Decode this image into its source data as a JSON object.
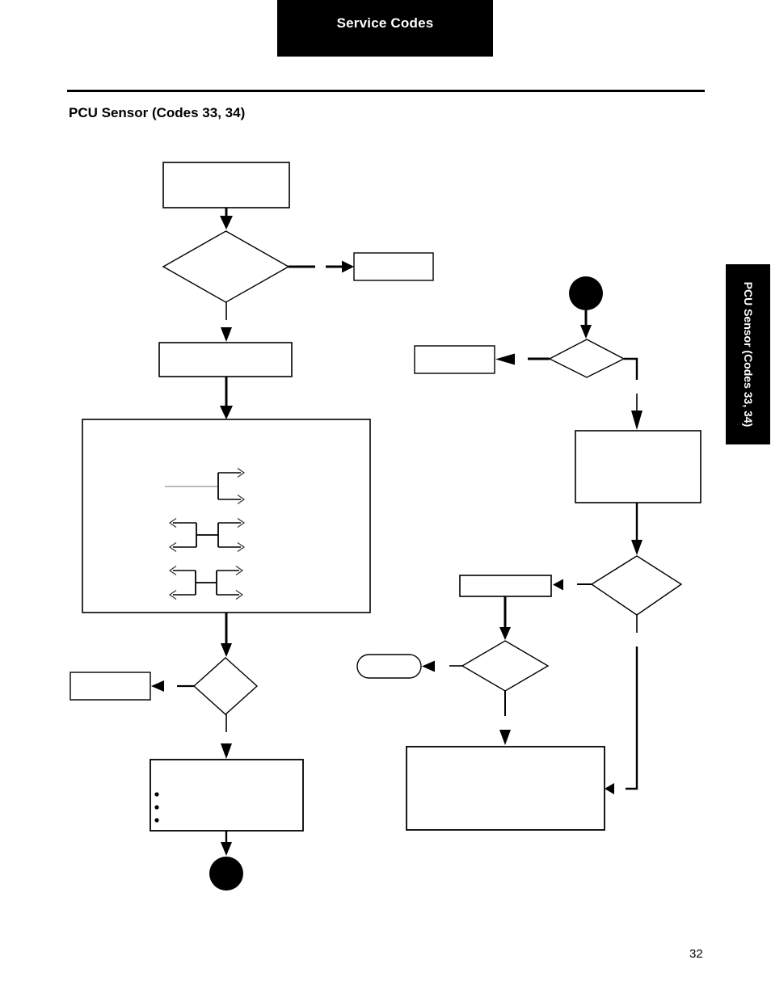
{
  "header": {
    "banner_label": "Service Codes"
  },
  "document": {
    "section_title": "PCU Sensor (Codes 33, 34)",
    "page_number": "32"
  },
  "side_tab": {
    "label": "PCU Sensor (Codes 33, 34)"
  },
  "flowchart": {
    "note_visible_text": "",
    "shape_counts": {
      "process_boxes": 9,
      "decision_diamonds": 5,
      "terminator_capsules": 1,
      "filled_circle_connectors": 2,
      "bullet_points": 3,
      "inline_connector_symbols": 3
    }
  },
  "colors": {
    "page_bg": "#ffffff",
    "banner_bg": "#000000",
    "banner_text": "#ffffff",
    "side_tab_bg": "#000000",
    "side_tab_text": "#ffffff",
    "line": "#000000",
    "faded_wire": "#b0b0b0"
  }
}
